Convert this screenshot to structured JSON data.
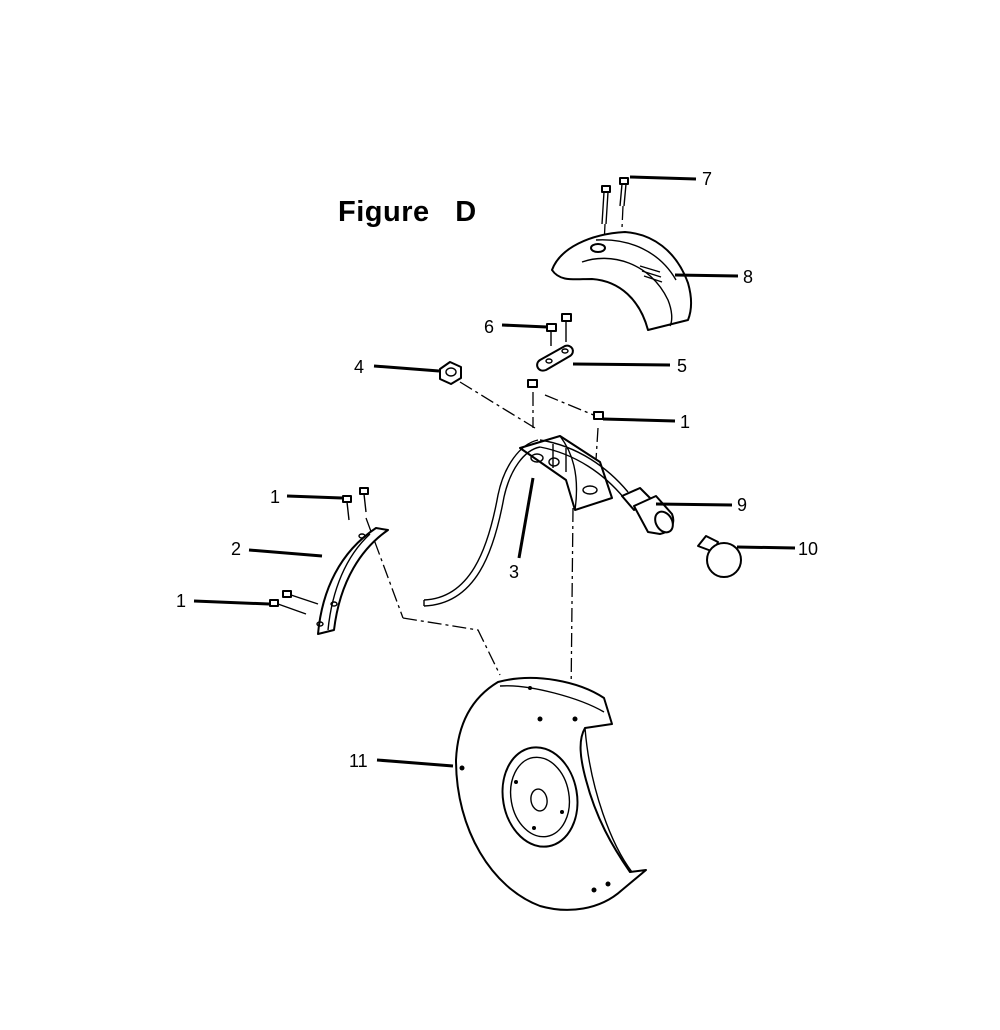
{
  "figure": {
    "title": "Figure   D"
  },
  "callouts": [
    {
      "id": "c1a",
      "label": "1"
    },
    {
      "id": "c1b",
      "label": "1"
    },
    {
      "id": "c1c",
      "label": "1"
    },
    {
      "id": "c2",
      "label": "2"
    },
    {
      "id": "c3",
      "label": "3"
    },
    {
      "id": "c4",
      "label": "4"
    },
    {
      "id": "c5",
      "label": "5"
    },
    {
      "id": "c6",
      "label": "6"
    },
    {
      "id": "c7",
      "label": "7"
    },
    {
      "id": "c8",
      "label": "8"
    },
    {
      "id": "c9",
      "label": "9"
    },
    {
      "id": "c10",
      "label": "10"
    },
    {
      "id": "c11",
      "label": "11"
    }
  ]
}
